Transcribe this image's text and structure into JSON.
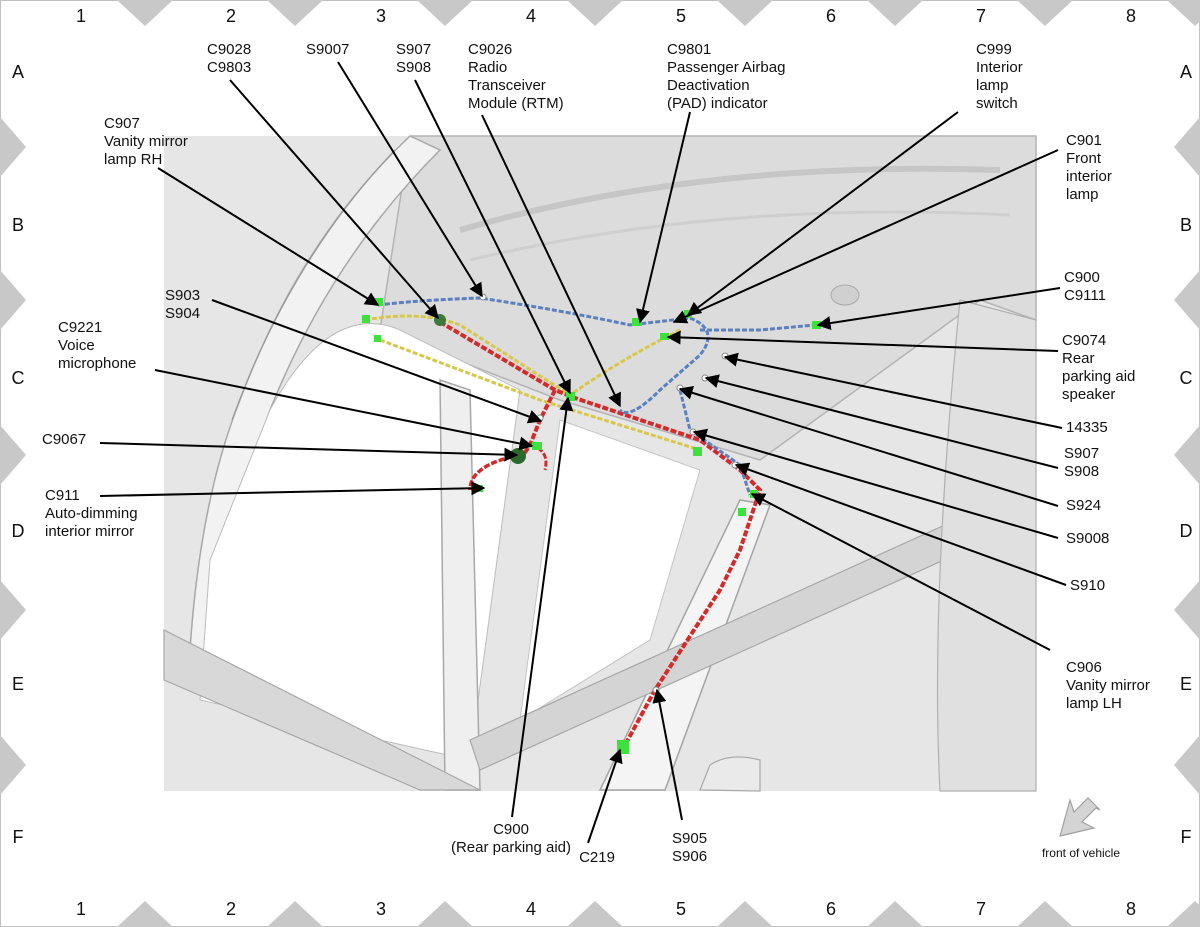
{
  "grid": {
    "columns": [
      "1",
      "2",
      "3",
      "4",
      "5",
      "6",
      "7",
      "8"
    ],
    "rows": [
      "A",
      "B",
      "C",
      "D",
      "E",
      "F"
    ]
  },
  "colors": {
    "border_triangle": "#c8c8c8",
    "body_fill": "#e2e2e2",
    "harness_red": "#d42a2a",
    "harness_blue": "#5a7fc2",
    "harness_yellow": "#d8c84a",
    "connector_green": "#3ee03e",
    "arrow_fill": "#d4d4d4"
  },
  "callouts": [
    {
      "id": "c9028",
      "lines": [
        "C9028",
        "C9803"
      ]
    },
    {
      "id": "s9007",
      "lines": [
        "S9007"
      ]
    },
    {
      "id": "s907-top",
      "lines": [
        "S907",
        "S908"
      ]
    },
    {
      "id": "c9026",
      "lines": [
        "C9026",
        "Radio",
        "Transceiver",
        "Module (RTM)"
      ]
    },
    {
      "id": "c9801",
      "lines": [
        "C9801",
        "Passenger Airbag",
        "Deactivation",
        "(PAD) indicator"
      ]
    },
    {
      "id": "c999",
      "lines": [
        "C999",
        "Interior",
        "lamp",
        "switch"
      ]
    },
    {
      "id": "c907",
      "lines": [
        "C907",
        "Vanity mirror",
        "lamp RH"
      ]
    },
    {
      "id": "c901",
      "lines": [
        "C901",
        "Front",
        "interior",
        "lamp"
      ]
    },
    {
      "id": "s903",
      "lines": [
        "S903",
        "S904"
      ]
    },
    {
      "id": "c900-right",
      "lines": [
        "C900",
        "C9111"
      ]
    },
    {
      "id": "c9221",
      "lines": [
        "C9221",
        "Voice",
        "microphone"
      ]
    },
    {
      "id": "c9074",
      "lines": [
        "C9074",
        "Rear",
        "parking aid",
        "speaker"
      ]
    },
    {
      "id": "14335",
      "lines": [
        "14335"
      ]
    },
    {
      "id": "c9067",
      "lines": [
        "C9067"
      ]
    },
    {
      "id": "s907-right",
      "lines": [
        "S907",
        "S908"
      ]
    },
    {
      "id": "c911",
      "lines": [
        "C911",
        "Auto-dimming",
        "interior mirror"
      ]
    },
    {
      "id": "s924",
      "lines": [
        "S924"
      ]
    },
    {
      "id": "s9008",
      "lines": [
        "S9008"
      ]
    },
    {
      "id": "s910",
      "lines": [
        "S910"
      ]
    },
    {
      "id": "c906",
      "lines": [
        "C906",
        "Vanity mirror",
        "lamp LH"
      ]
    },
    {
      "id": "c900-bottom",
      "lines": [
        "C900",
        "(Rear parking aid)"
      ]
    },
    {
      "id": "c219",
      "lines": [
        "C219"
      ]
    },
    {
      "id": "s905",
      "lines": [
        "S905",
        "S906"
      ]
    }
  ],
  "orientation_label": "front of vehicle",
  "orientation_icon": "arrow-icon"
}
